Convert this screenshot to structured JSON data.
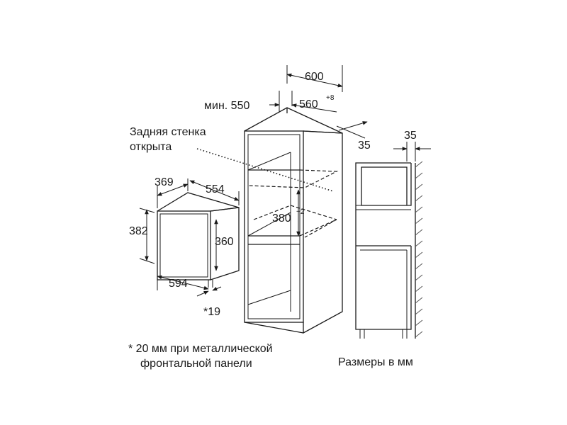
{
  "diagram": {
    "cabinet": {
      "width": "600",
      "min_depth": "мин. 550",
      "niche_width": "560",
      "niche_width_tol": "+8",
      "side_offset": "35",
      "niche_height": "380",
      "niche_height_tol": "+2"
    },
    "appliance": {
      "depth": "369",
      "width": "554",
      "height_total": "382",
      "height_body": "360",
      "front_width": "594",
      "front_thickness": "*19"
    },
    "side_view": {
      "offset": "35"
    },
    "labels": {
      "rear_wall_line1": "Задняя стенка",
      "rear_wall_line2": "открыта",
      "footnote_line1": "* 20 мм при металлической",
      "footnote_line2": "фронтальной панели",
      "units": "Размеры в мм"
    }
  }
}
